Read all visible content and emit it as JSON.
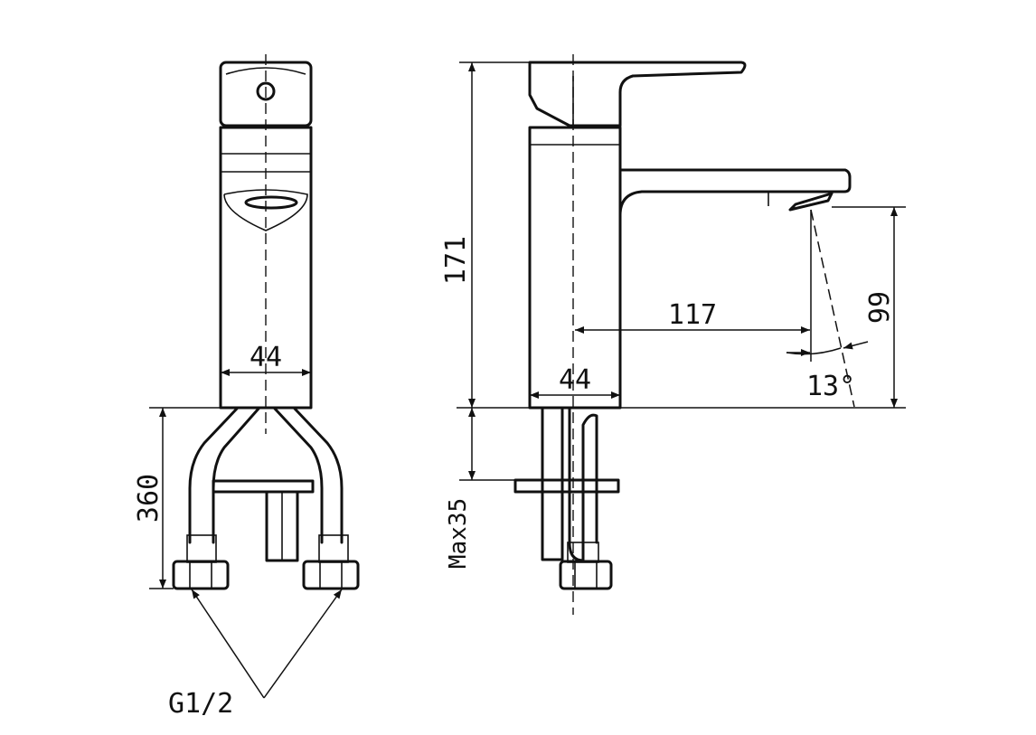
{
  "labels": {
    "front_width": "44",
    "front_pipe_length": "360",
    "thread": "G1/2",
    "side_height": "171",
    "side_reach": "117",
    "side_spout_height": "99",
    "side_width": "44",
    "side_angle": "13°",
    "side_max_deck": "Max35"
  },
  "colors": {
    "line": "#111111",
    "background": "#ffffff"
  }
}
